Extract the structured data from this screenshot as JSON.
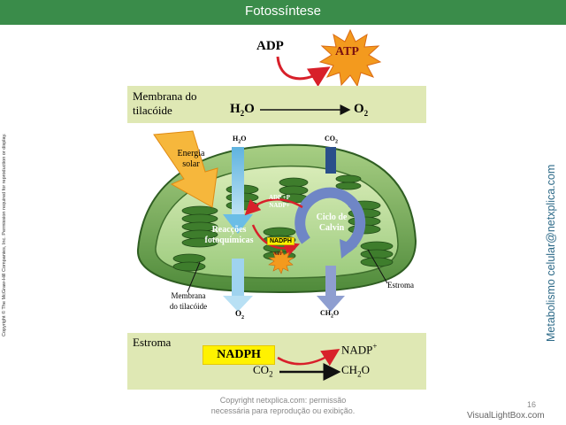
{
  "header": {
    "title": "Fotossíntese"
  },
  "top_reaction": {
    "reactant": "ADP",
    "product": "ATP"
  },
  "membrane_box": {
    "label_line1": "Membrana do",
    "label_line2": "tilacóide",
    "reactant_main": "H",
    "reactant_sub": "2",
    "reactant_tail": "O",
    "product_main": "O",
    "product_sub": "2"
  },
  "chloroplast": {
    "energy_line1": "Energia",
    "energy_line2": "solar",
    "h2o_top": {
      "main": "H",
      "sub": "2",
      "tail": "O"
    },
    "co2_top": {
      "main": "CO",
      "sub": "2"
    },
    "adp_p": "ADP +P",
    "nadp": "NADP+",
    "light_line1": "Reacções",
    "light_line2": "fotoquímicas",
    "nadph_label": "NADPH",
    "atp_label": "ATP",
    "calvin_line1": "Ciclo de",
    "calvin_line2": "Calvin",
    "stroma_label": "Estroma",
    "membrane_line1": "Membrana",
    "membrane_line2": "do tilacóide",
    "o2_bottom": {
      "main": "O",
      "sub": "2"
    },
    "ch2o_bottom": {
      "main": "CH",
      "sub": "2",
      "tail": "O"
    }
  },
  "stroma_box": {
    "title": "Estroma",
    "nadph": "NADPH",
    "nadp_main": "NADP",
    "nadp_sup": "+",
    "co2_main": "CO",
    "co2_sub": "2",
    "ch2o_main": "CH",
    "ch2o_sub": "2",
    "ch2o_tail": "O"
  },
  "footer": {
    "line1": "Copyright netxplica.com: permissão",
    "line2": "necessária para reprodução ou exibição.",
    "page_number": "16",
    "watermark": "VisualLightBox.com"
  },
  "side_text": "Metabolismo celular@netxplica.com",
  "copyright_vertical": "Copyright © The McGraw-Hill Companies, Inc. Permission required for reproduction or display.",
  "colors": {
    "header_green": "#3a8c4a",
    "box_fill": "#dfe8b4",
    "atp_orange": "#f39a1e",
    "arrow_red": "#d8202a",
    "nadph_yellow": "#fff200",
    "side_text_blue": "#2d6a88"
  }
}
